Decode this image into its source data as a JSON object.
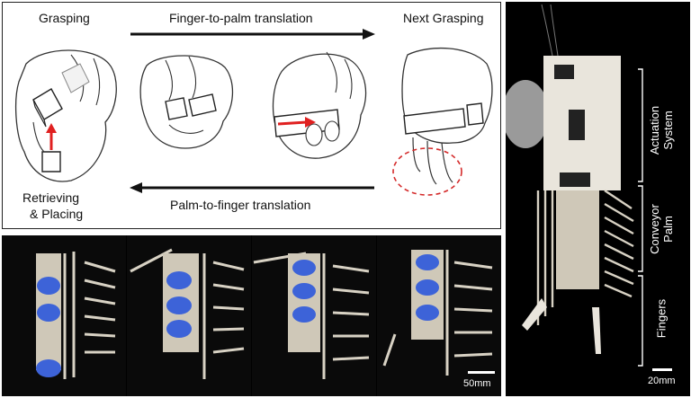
{
  "diagram": {
    "label_grasping": "Grasping",
    "label_f2p": "Finger-to-palm translation",
    "label_next": "Next Grasping",
    "label_retrieving_1": "Retrieving",
    "label_retrieving_2": "& Placing",
    "label_p2f": "Palm-to-finger translation"
  },
  "scale_bars": {
    "strip": "50mm",
    "right": "20mm"
  },
  "right_labels": {
    "actuation_1": "Actuation",
    "actuation_2": "System",
    "conveyor_1": "Conveyor",
    "conveyor_2": "Palm",
    "fingers": "Fingers"
  },
  "colors": {
    "arrow": "#111111",
    "highlight_arrow": "#e02020",
    "dashed_circle": "#d42a2a",
    "cap_blue": "#3d63d8"
  }
}
